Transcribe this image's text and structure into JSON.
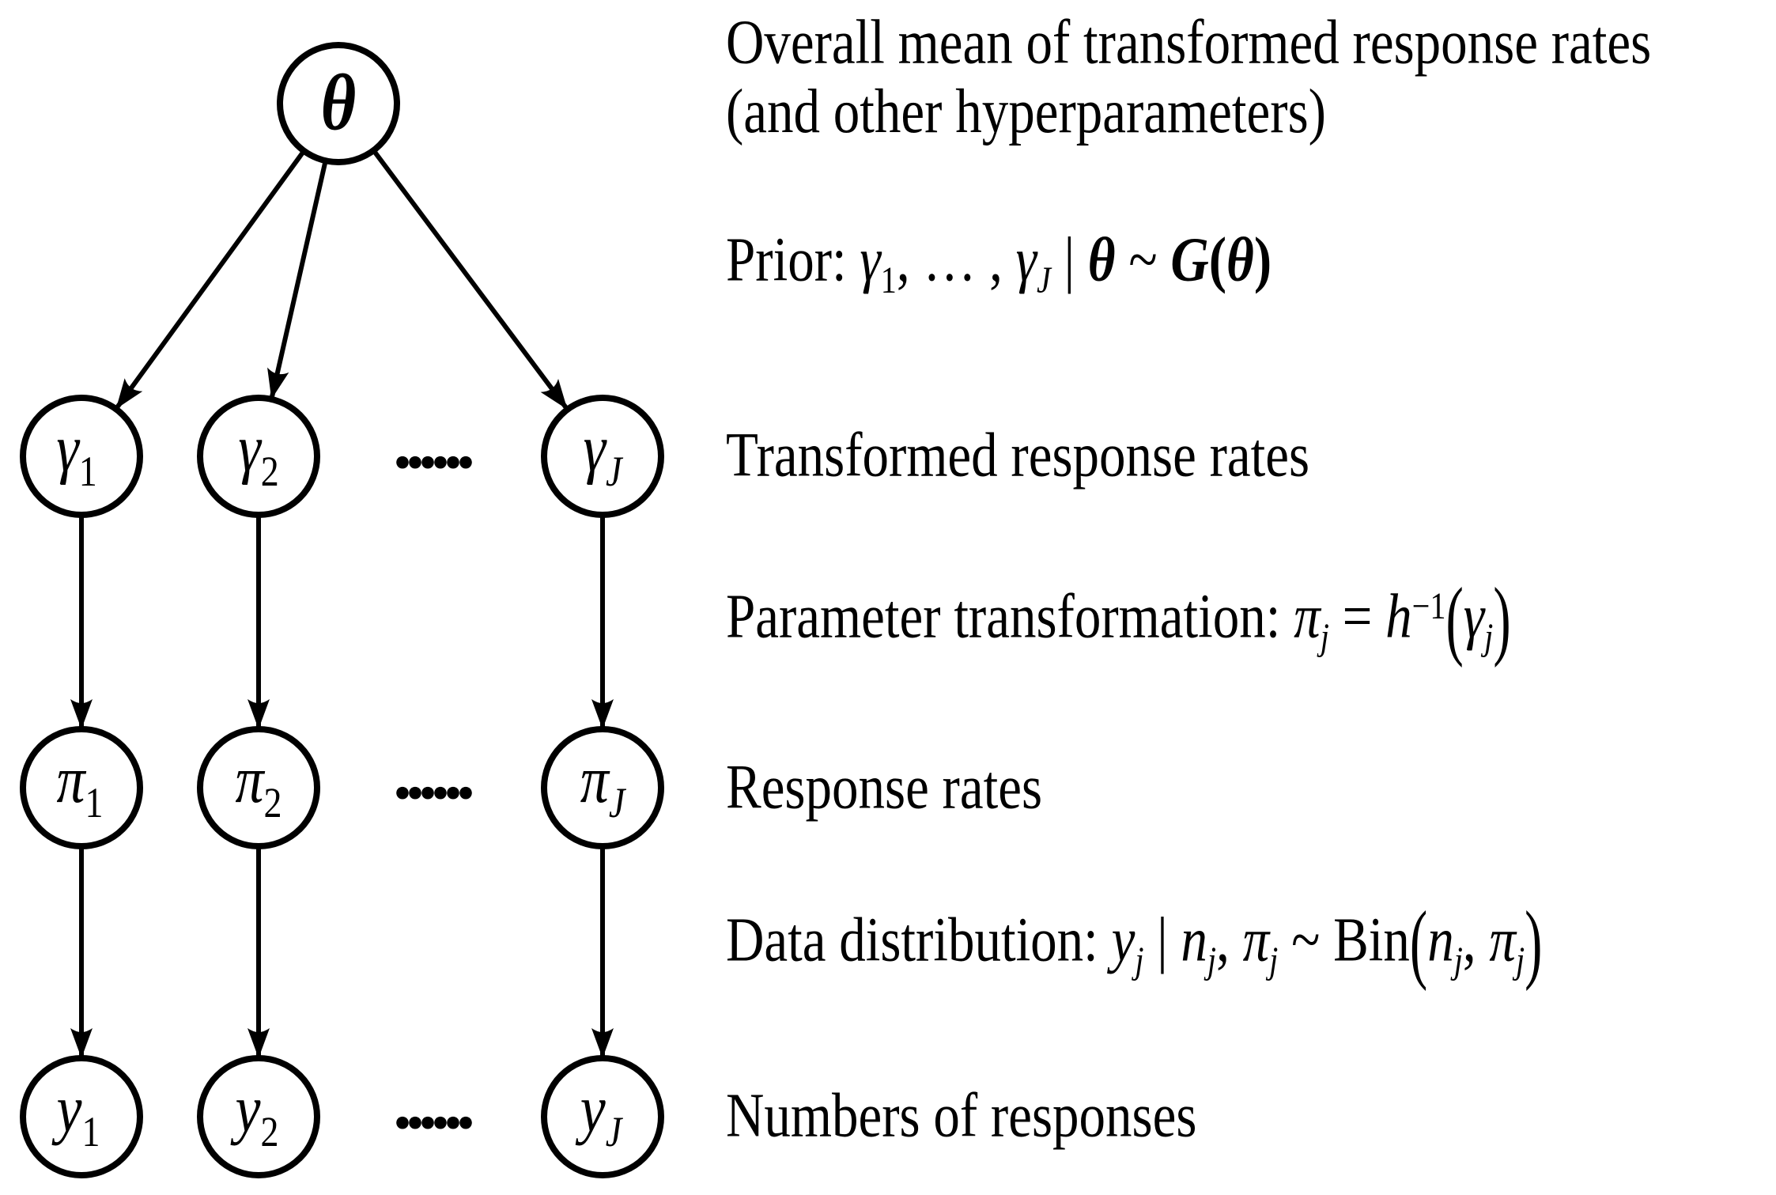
{
  "canvas": {
    "background": "#ffffff",
    "ink": "#000000"
  },
  "ellipsis": "......",
  "nodes": {
    "theta": {
      "label": "θ"
    },
    "gamma": [
      {
        "base": "γ",
        "sub": "1"
      },
      {
        "base": "γ",
        "sub": "2"
      },
      {
        "base": "γ",
        "sub": "J"
      }
    ],
    "pi": [
      {
        "base": "π",
        "sub": "1"
      },
      {
        "base": "π",
        "sub": "2"
      },
      {
        "base": "π",
        "sub": "J"
      }
    ],
    "y": [
      {
        "base": "y",
        "sub": "1"
      },
      {
        "base": "y",
        "sub": "2"
      },
      {
        "base": "y",
        "sub": "J"
      }
    ]
  },
  "annotations": {
    "hyperparam_line1": "Overall mean of transformed response rates",
    "hyperparam_line2": "(and other hyperparameters)",
    "prior": {
      "prefix": "Prior: ",
      "g1": "γ",
      "g1_sub": "1",
      "middots": ", … , ",
      "gJ": "γ",
      "gJ_sub": "J",
      "bar": " | ",
      "theta": "θ",
      "sim": " ~ ",
      "dist": "G",
      "open": "(",
      "arg": "θ",
      "close": ")"
    },
    "transformed_rates": "Transformed response rates",
    "param_transform": {
      "prefix": "Parameter transformation: ",
      "pi": "π",
      "pi_sub": "j",
      "eq": " = ",
      "h": "h",
      "exp": "−1",
      "open": "(",
      "gamma": "γ",
      "gamma_sub": "j",
      "close": ")"
    },
    "response_rates": "Response rates",
    "data_dist": {
      "prefix": "Data distribution: ",
      "y": "y",
      "y_sub": "j",
      "bar": " | ",
      "n": "n",
      "n_sub": "j",
      "comma": ", ",
      "pi": "π",
      "pi_sub": "j",
      "sim": " ~ ",
      "bin": "Bin",
      "open": "(",
      "n2": "n",
      "n2_sub": "j",
      "comma2": ", ",
      "pi2": "π",
      "pi2_sub": "j",
      "close": ")"
    },
    "num_responses": "Numbers of responses"
  }
}
